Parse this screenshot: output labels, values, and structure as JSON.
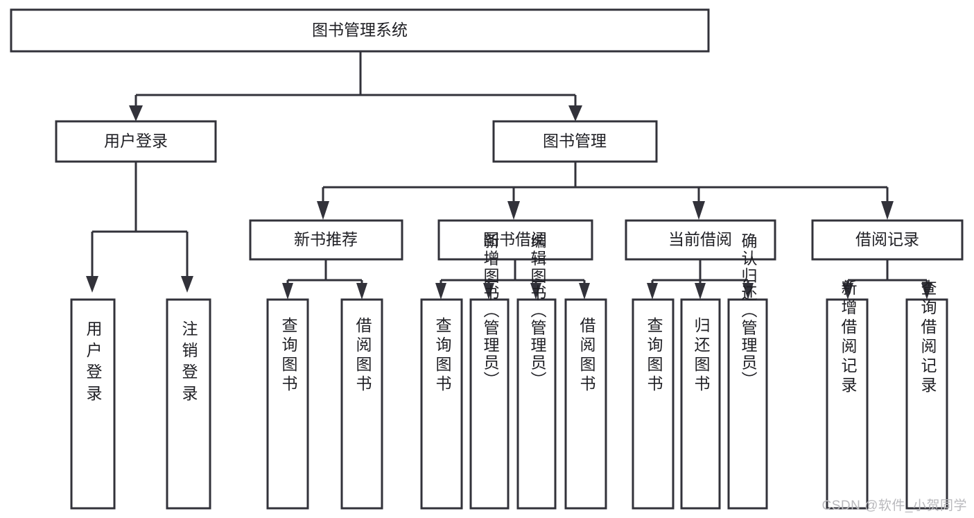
{
  "diagram": {
    "title": "图书管理系统",
    "type": "tree-hierarchy-diagram",
    "watermark": "CSDN @软件_小贺同学",
    "colors": {
      "background": "#ffffff",
      "box_fill": "#ffffff",
      "box_stroke": "#32323a",
      "text": "#1f1f24",
      "watermark": "#b9b9bd"
    },
    "root": {
      "label": "图书管理系统"
    },
    "level2": [
      {
        "label": "用户登录"
      },
      {
        "label": "图书管理"
      }
    ],
    "level3": [
      {
        "label": "新书推荐"
      },
      {
        "label": "图书借阅"
      },
      {
        "label": "当前借阅"
      },
      {
        "label": "借阅记录"
      }
    ],
    "leaves": {
      "user_login": [
        {
          "label": "用户登录"
        },
        {
          "label": "注销登录"
        }
      ],
      "new_book_recommend": [
        {
          "label": "查询图书"
        },
        {
          "label": "借阅图书"
        }
      ],
      "book_borrow": [
        {
          "label": "查询图书"
        },
        {
          "label": "新增图书（管理员）"
        },
        {
          "label": "编辑图书（管理员）"
        },
        {
          "label": "借阅图书"
        }
      ],
      "current_borrow": [
        {
          "label": "查询图书"
        },
        {
          "label": "归还图书"
        },
        {
          "label": "确认归还（管理员）"
        }
      ],
      "borrow_record": [
        {
          "label": "新增借阅记录"
        },
        {
          "label": "查询借阅记录"
        }
      ]
    }
  }
}
